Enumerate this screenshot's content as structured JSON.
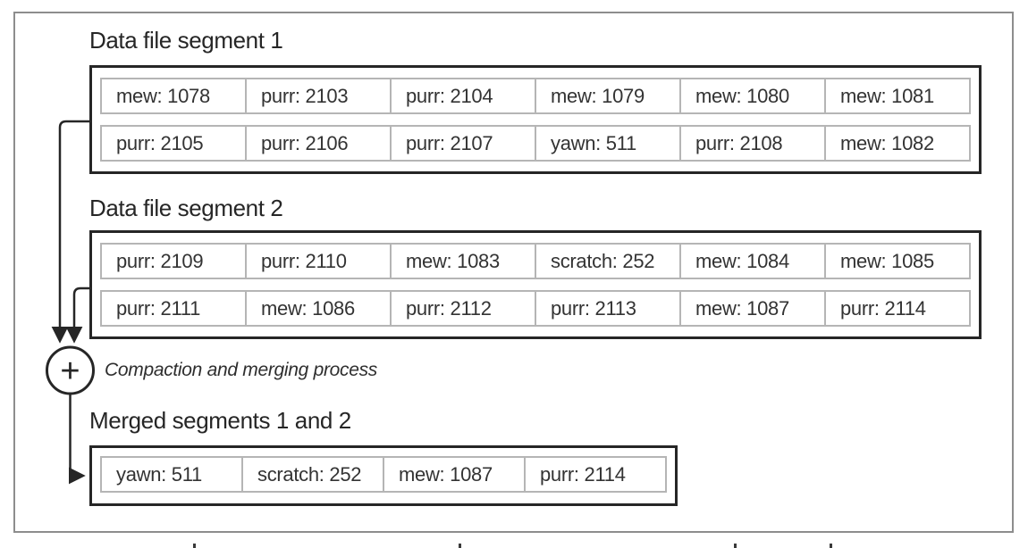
{
  "colors": {
    "box_border": "#262626",
    "cell_border": "#b5b5b5",
    "frame_border": "#8d8d8d",
    "text": "#2e2e2e"
  },
  "segment1": {
    "title": "Data file segment 1",
    "rows": [
      [
        "mew: 1078",
        "purr: 2103",
        "purr: 2104",
        "mew: 1079",
        "mew: 1080",
        "mew: 1081"
      ],
      [
        "purr: 2105",
        "purr: 2106",
        "purr: 2107",
        "yawn: 511",
        "purr: 2108",
        "mew: 1082"
      ]
    ]
  },
  "segment2": {
    "title": "Data file segment 2",
    "rows": [
      [
        "purr: 2109",
        "purr: 2110",
        "mew: 1083",
        "scratch: 252",
        "mew: 1084",
        "mew: 1085"
      ],
      [
        "purr: 2111",
        "mew: 1086",
        "purr: 2112",
        "purr: 2113",
        "mew: 1087",
        "purr: 2114"
      ]
    ]
  },
  "merge": {
    "operator": "+",
    "label": "Compaction and merging process"
  },
  "merged": {
    "title": "Merged segments 1 and 2",
    "rows": [
      [
        "yawn: 511",
        "scratch: 252",
        "mew: 1087",
        "purr: 2114"
      ]
    ]
  }
}
